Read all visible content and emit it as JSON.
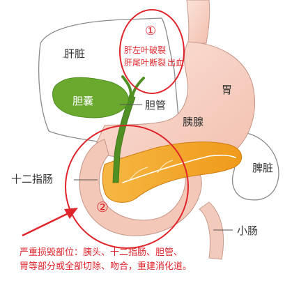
{
  "labels": {
    "liver": "肝脏",
    "stomach": "胃",
    "gallbladder": "胆囊",
    "bile_duct": "胆管",
    "pancreas": "胰腺",
    "duodenum": "十二指肠",
    "spleen": "脾脏",
    "small_intestine": "小肠"
  },
  "callout_1": {
    "number": "①",
    "line1": "肝左叶破裂",
    "line2": "肝尾叶断裂",
    "bleeding": "出血"
  },
  "callout_2": {
    "number": "②"
  },
  "caption": {
    "line1": "严重损毁部位：胰头、十二指肠、胆管、",
    "line2": "胃等部分或全部切除、吻合，重建消化道。"
  },
  "colors": {
    "annotation_red": "#e0242b",
    "gallbladder_green": "#6aa82e",
    "pancreas_orange": "#f2a01e",
    "stomach_pink": "#f6d2c4",
    "label_dark": "#333333"
  }
}
